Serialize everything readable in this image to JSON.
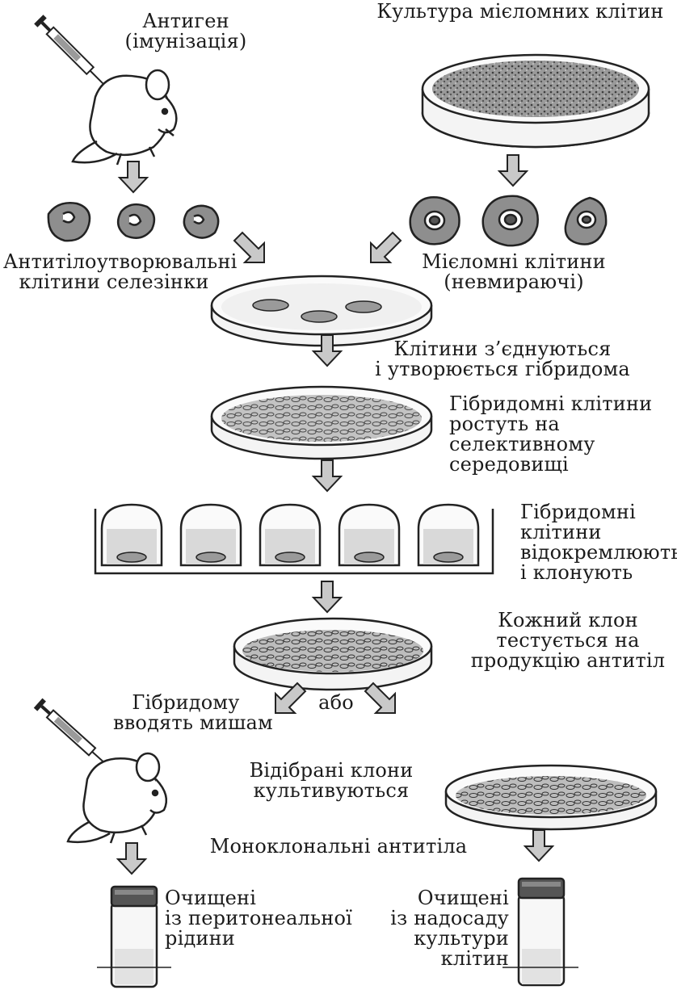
{
  "labels": {
    "antigen": [
      "Антиген",
      "(імунізація)"
    ],
    "myeloma_culture": "Культура мієломних клітин",
    "spleen_cells": [
      "Антитілоутворювальні",
      "клітини селезінки"
    ],
    "myeloma_cells": [
      "Мієломні клітини",
      "(невмираючі)"
    ],
    "fusion": [
      "Клітини з’єднуються",
      "і утворюється гібридома"
    ],
    "selective": [
      "Гібридомні клітини",
      "ростуть на",
      "селективному",
      "середовищі"
    ],
    "cloning": [
      "Гібридомні",
      "клітини",
      "відокремлюють",
      "і клонують"
    ],
    "testing": [
      "Кожний клон",
      "тестується на",
      "продукцію антитіл"
    ],
    "inject_mice": [
      "Гібридому",
      "вводять мишам"
    ],
    "or": "або",
    "cultured": [
      "Відібрані клони",
      "культивуються"
    ],
    "monoclonal": "Моноклональні антитіла",
    "purified_left": [
      "Очищені",
      "із перитонеальної",
      "рідини"
    ],
    "purified_right": [
      "Очищені",
      "із надосаду",
      "культури",
      "клітин"
    ]
  },
  "colors": {
    "ink": "#1b1b1b",
    "arrow_fill": "#c9c9c9",
    "cell_fill": "#8e8e8e",
    "dish_fill": "#f2f2f2"
  }
}
